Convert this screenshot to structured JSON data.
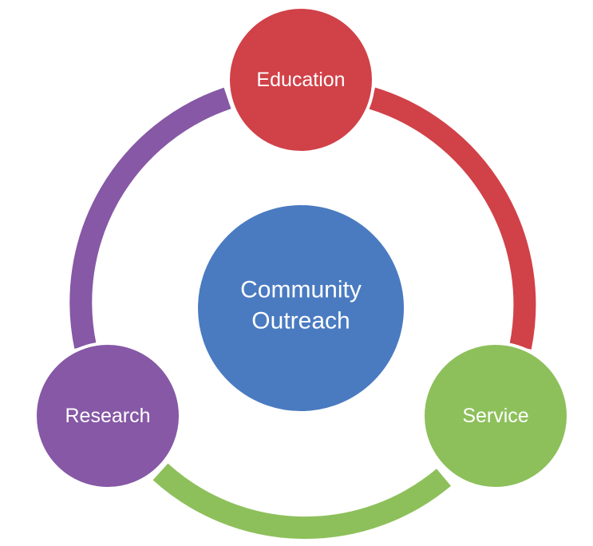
{
  "diagram": {
    "center": {
      "line1": "Community",
      "line2": "Outreach",
      "color": "#4A7BC1"
    },
    "nodes": [
      {
        "id": "education",
        "label": "Education",
        "color": "#D14148"
      },
      {
        "id": "service",
        "label": "Service",
        "color": "#8DC05B"
      },
      {
        "id": "research",
        "label": "Research",
        "color": "#8658A5"
      }
    ],
    "arcs": [
      {
        "id": "education-to-service",
        "color": "#D14148"
      },
      {
        "id": "service-to-research",
        "color": "#8DC05B"
      },
      {
        "id": "research-to-education",
        "color": "#8658A5"
      }
    ]
  }
}
